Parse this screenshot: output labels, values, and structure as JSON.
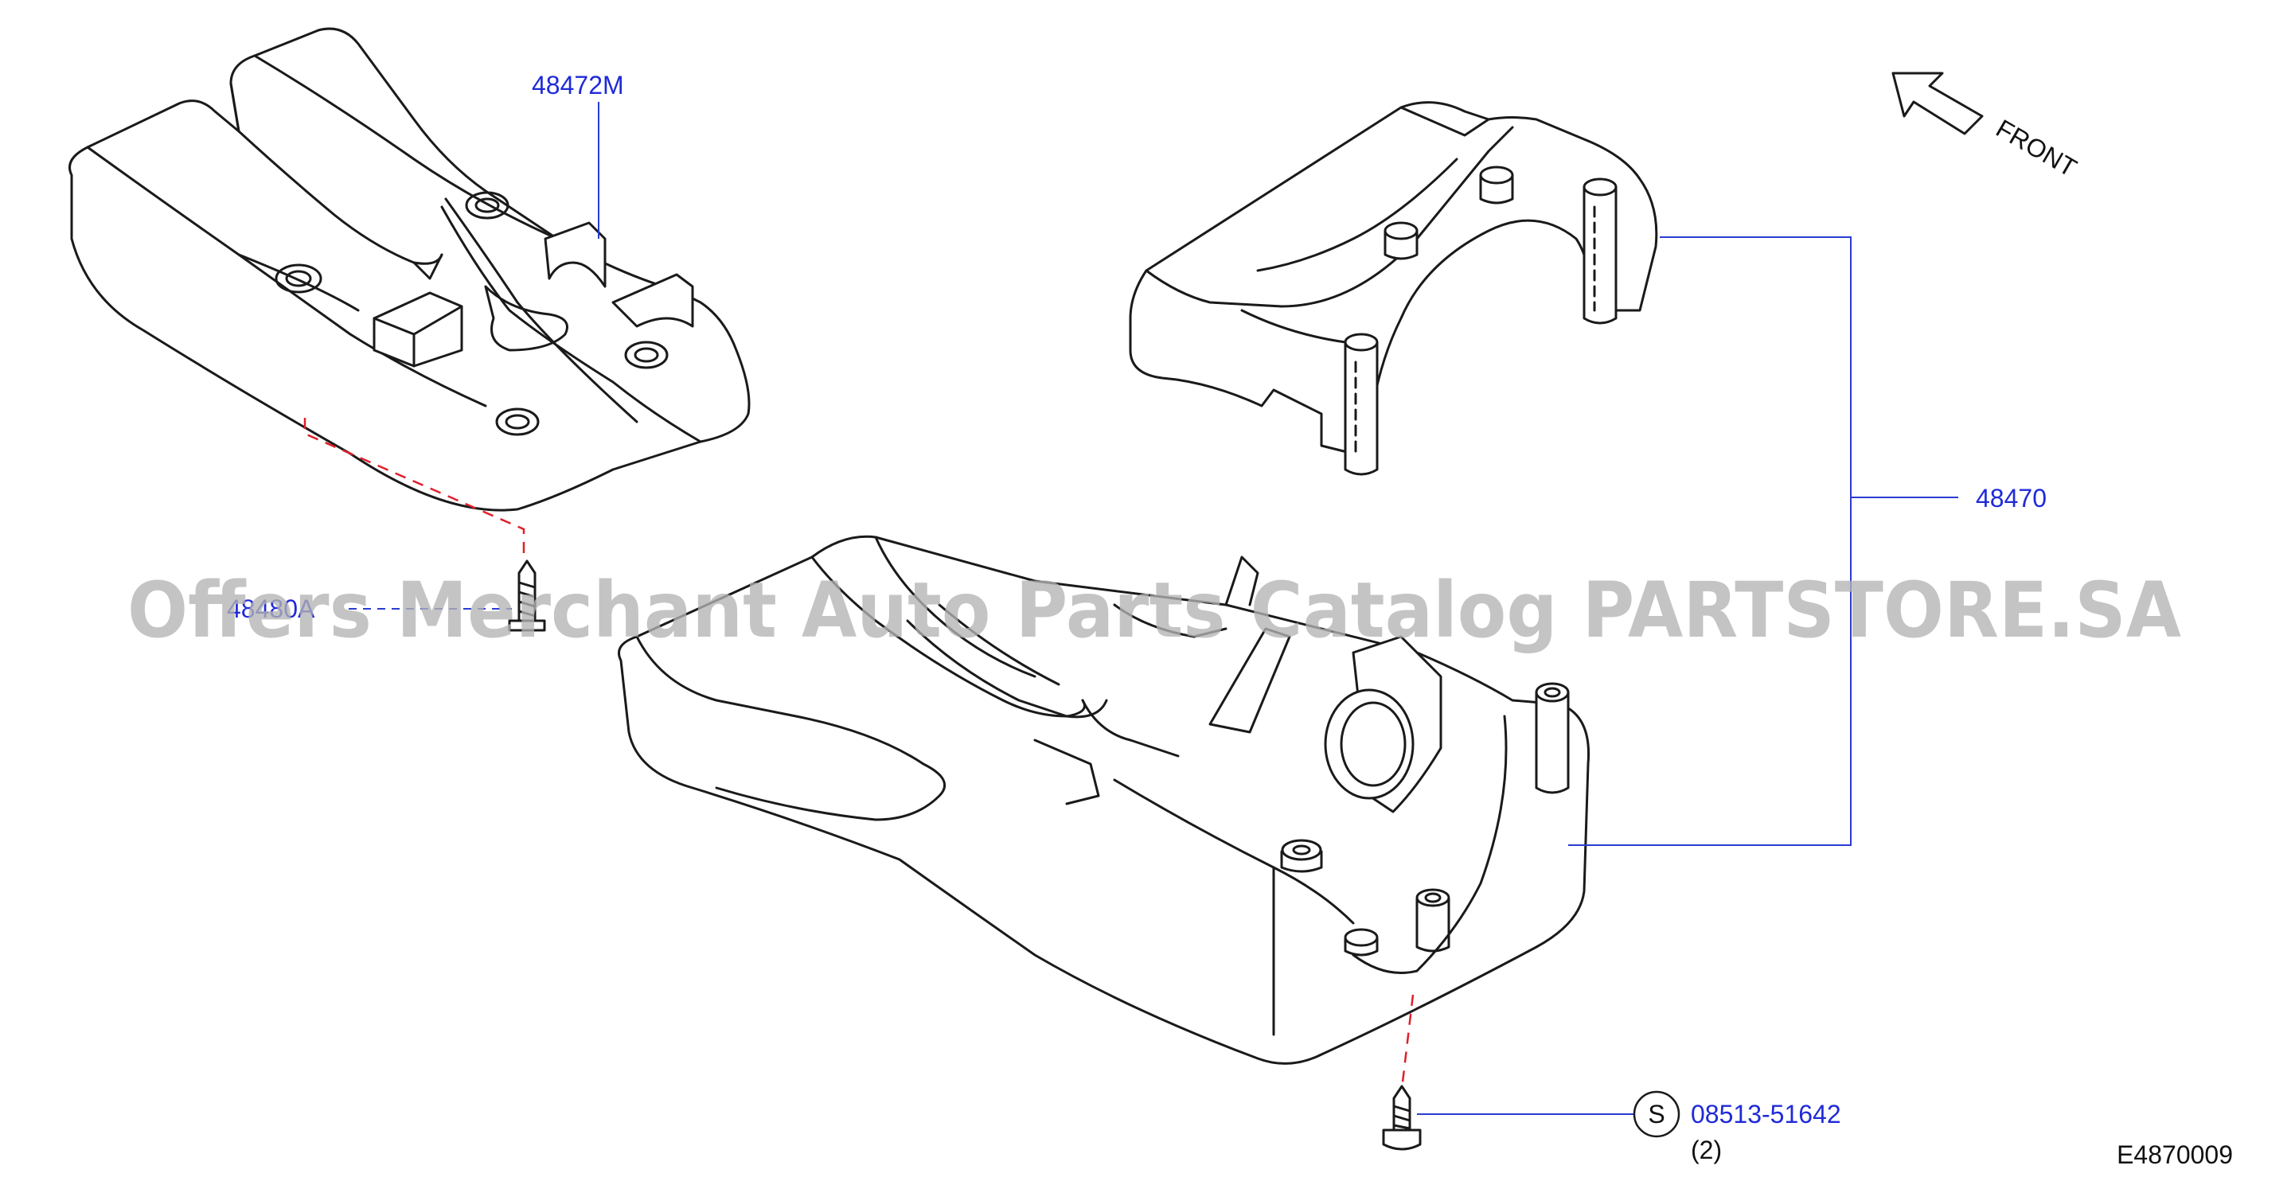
{
  "diagram": {
    "callouts": {
      "lower_cover_part": "48472M",
      "column_cover_set": "48470",
      "screw_small": "48480A",
      "screw_standard": "08513-51642",
      "screw_quantity": "(2)"
    },
    "standard_part_symbol": "S",
    "front_label": "FRONT",
    "drawing_id": "E4870009",
    "watermark": "Offers Merchant Auto Parts Catalog PARTSTORE.SA",
    "colors": {
      "callout_text": "#1f2ad8",
      "leader_line": "#2a3ccf",
      "hidden_line": "#e0202a",
      "watermark": "#b4b4b4"
    }
  }
}
